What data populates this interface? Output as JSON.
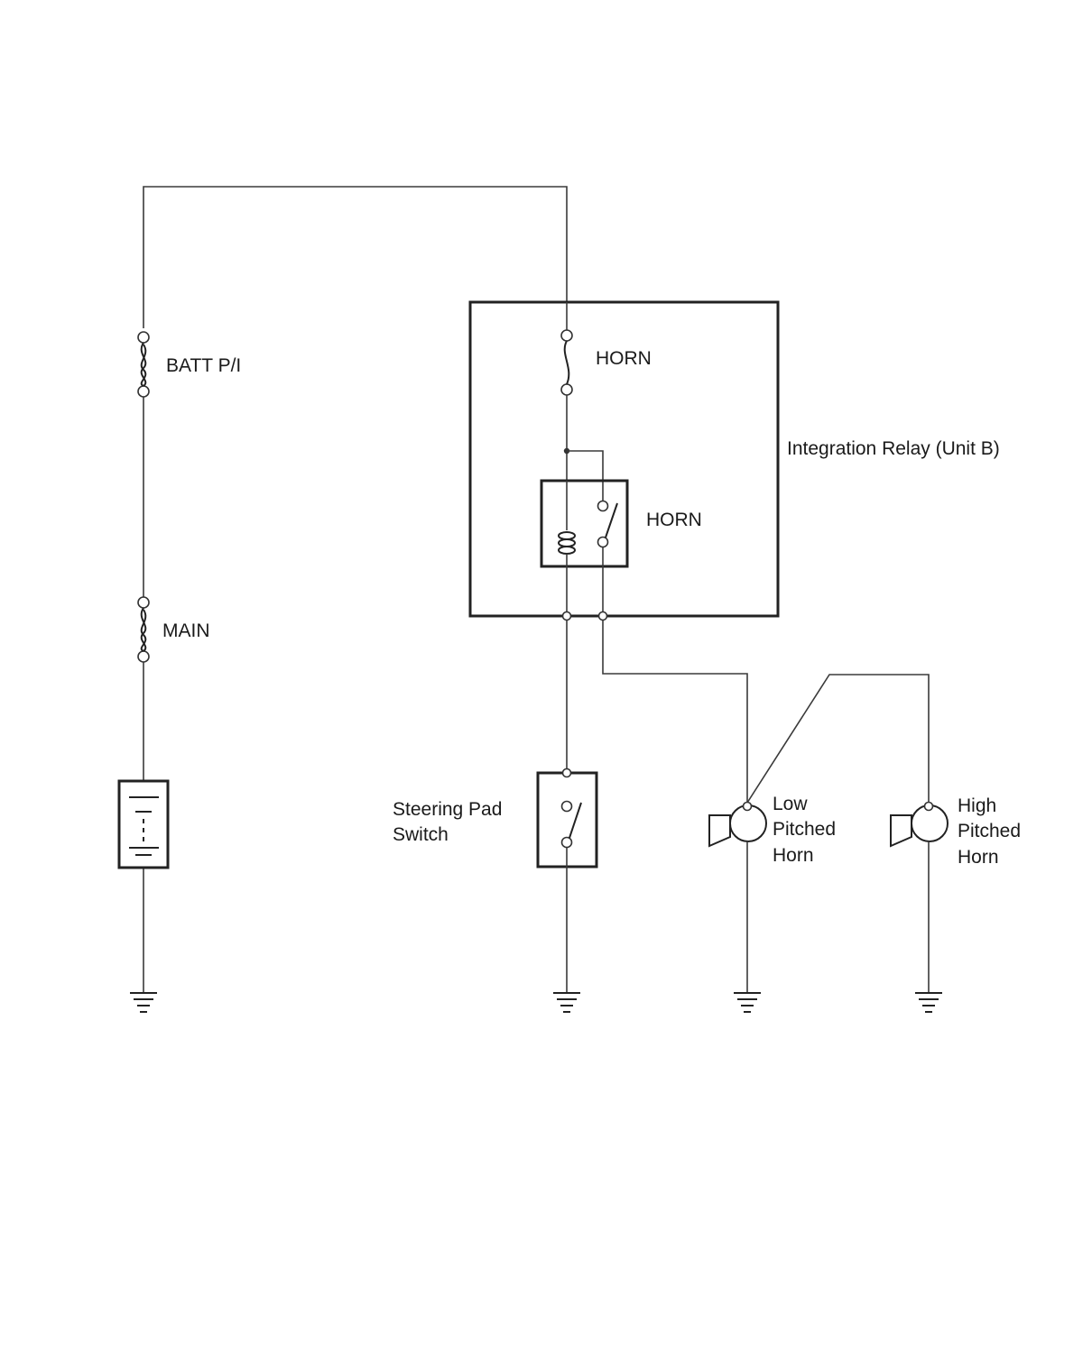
{
  "labels": {
    "fuse_batt": "BATT P/I",
    "fuse_main": "MAIN",
    "fuse_horn": "HORN",
    "relay_horn": "HORN",
    "integration_relay": "Integration Relay (Unit B)",
    "steering_switch_line1": "Steering Pad",
    "steering_switch_line2": "Switch",
    "low_horn_line1": "Low",
    "low_horn_line2": "Pitched",
    "low_horn_line3": "Horn",
    "high_horn_line1": "High",
    "high_horn_line2": "Pitched",
    "high_horn_line3": "Horn"
  },
  "icons": [
    "fuse-icon",
    "battery-icon",
    "relay-coil-icon",
    "switch-icon",
    "horn-icon",
    "ground-icon"
  ]
}
